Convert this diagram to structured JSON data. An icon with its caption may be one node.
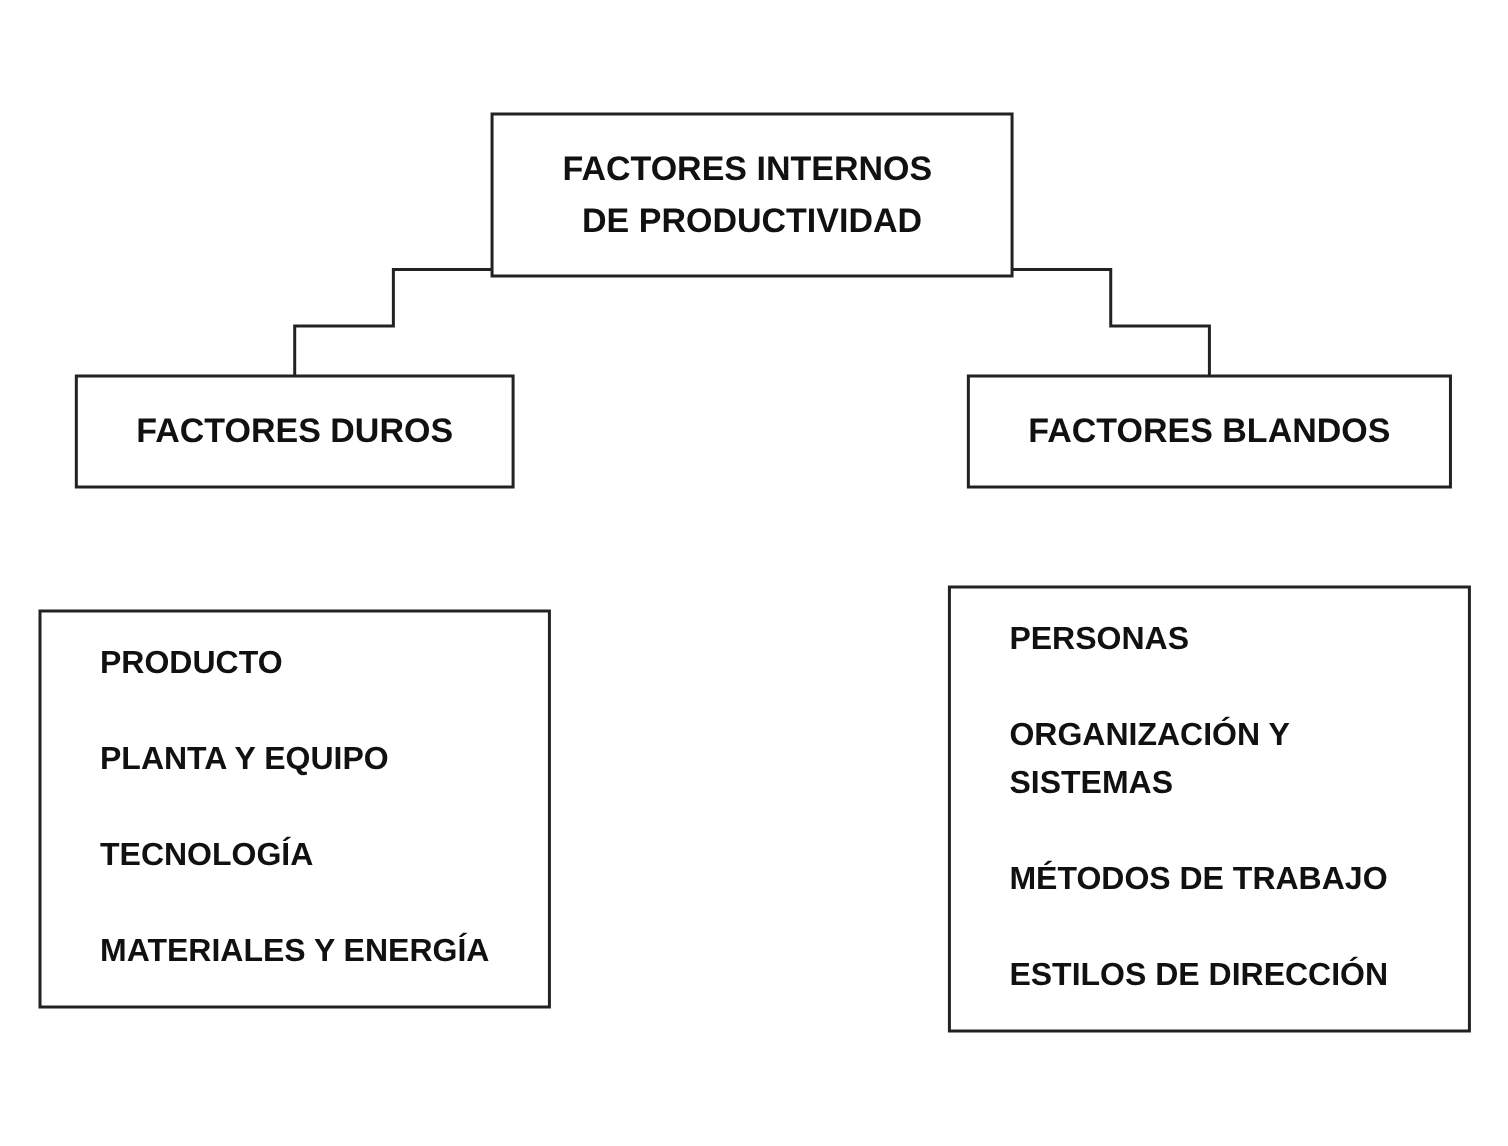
{
  "diagram": {
    "nodes": [
      {
        "text": [
          "FACTORES INTERNOS DE PRODUCTIVIDAD"
        ]
      },
      {
        "text": [
          "FACTORES DUROS"
        ]
      },
      {
        "text": [
          "FACTORES BLANDOS"
        ]
      },
      {
        "text": [
          "PRODUCTO",
          "PLANTA Y EQUIPO",
          "TECNOLOGÍA",
          "MATERIALES Y ENERGÍA"
        ]
      },
      {
        "text": [
          "PERSONAS",
          "ORGANIZACIÓN Y SISTEMAS",
          "MÉTODOS DE TRABAJO",
          "ESTILOS DE DIRECCIÓN"
        ]
      }
    ],
    "edges": [
      {
        "from": 0,
        "to": 1,
        "arrow": "none"
      },
      {
        "from": 0,
        "to": 2,
        "arrow": "none"
      }
    ]
  }
}
